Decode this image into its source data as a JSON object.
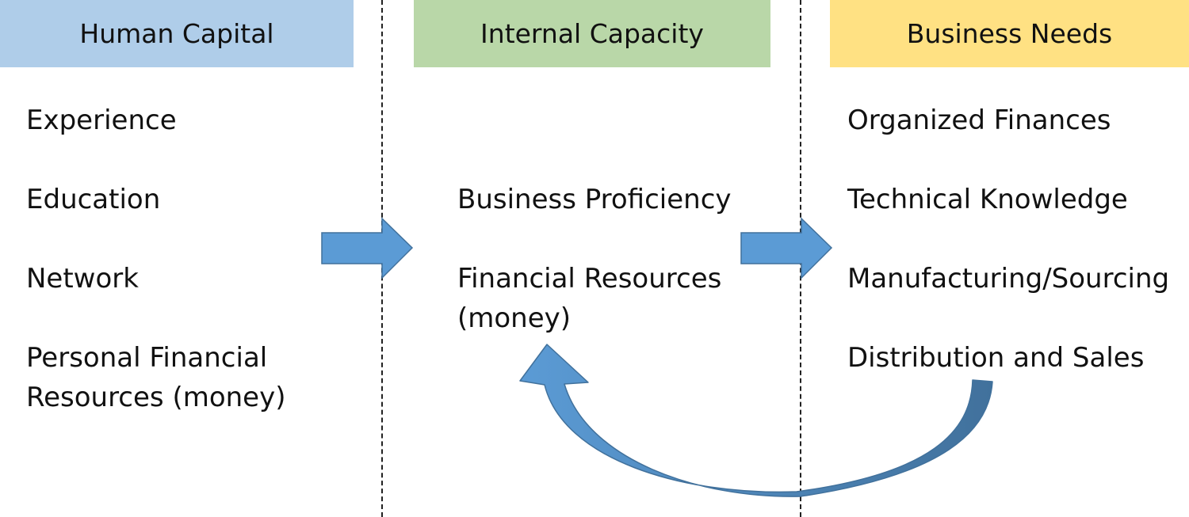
{
  "columns": {
    "human_capital": {
      "title": "Human Capital",
      "items": [
        "Experience",
        "Education",
        "Network",
        "Personal Financial",
        "Resources (money)"
      ]
    },
    "internal_capacity": {
      "title": "Internal Capacity",
      "items": [
        "Business Proficiency",
        "Financial Resources",
        "(money)"
      ]
    },
    "business_needs": {
      "title": "Business Needs",
      "items": [
        "Organized Finances",
        "Technical Knowledge",
        "Manufacturing/Sourcing",
        "Distribution and Sales"
      ]
    }
  },
  "colors": {
    "human_capital_header": "#afcde9",
    "internal_capacity_header": "#b9d7a8",
    "business_needs_header": "#ffe183",
    "arrow": "#5b9bd5",
    "arrow_dark": "#41719c"
  }
}
